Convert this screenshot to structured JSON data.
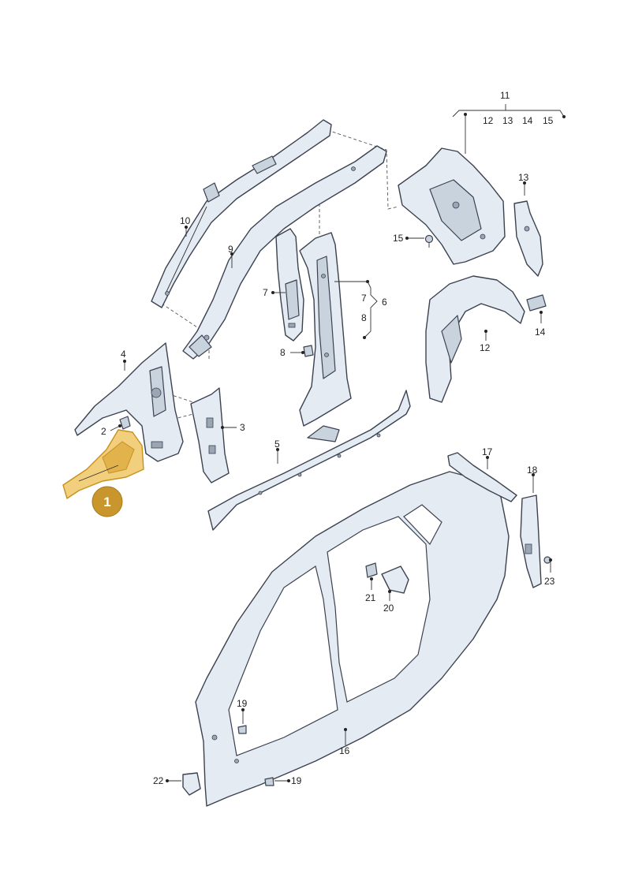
{
  "labels": {
    "l1": "1",
    "l2": "2",
    "l3": "3",
    "l4": "4",
    "l5": "5",
    "l6": "6",
    "l7a": "7",
    "l7b": "7",
    "l8a": "8",
    "l8b": "8",
    "l9": "9",
    "l10": "10",
    "l11": "11",
    "l12a": "12",
    "l13a": "13",
    "l14a": "14",
    "l15a": "15",
    "l12b": "12",
    "l13b": "13",
    "l14b": "14",
    "l15b": "15",
    "l16": "16",
    "l17": "17",
    "l18": "18",
    "l19a": "19",
    "l19b": "19",
    "l20": "20",
    "l21": "21",
    "l22": "22",
    "l23": "23"
  },
  "colors": {
    "part_fill": "#e4ebf3",
    "outline": "#3c4150",
    "highlight": "#f1cf7c",
    "badge": "#c9962d"
  }
}
